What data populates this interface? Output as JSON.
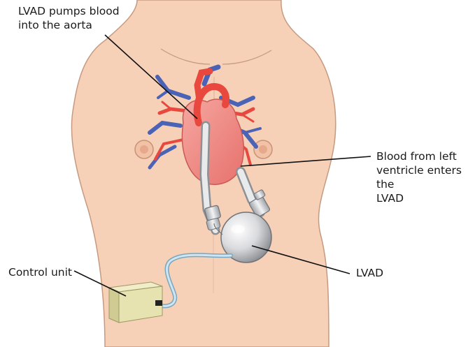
{
  "labels": {
    "aorta": "LVAD pumps blood\ninto the aorta",
    "ventricle": "Blood from left\nventricle enters the\nLVAD",
    "lvad": "LVAD",
    "control_unit": "Control unit"
  },
  "colors": {
    "skin": "#f6d1b7",
    "skin_outline": "#c59a80",
    "heart": "#f08a86",
    "artery_red": "#e8483e",
    "vein_blue": "#4a63b7",
    "tube_grey": "#c9ccd0",
    "pump_silver": "#dcdde0",
    "control_unit": "#e6e3b0",
    "cable_blue": "#b9d6e6",
    "leader_line": "#111111"
  }
}
